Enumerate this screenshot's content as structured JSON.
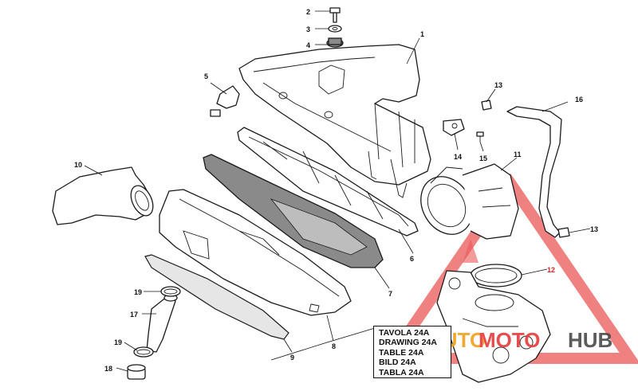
{
  "callouts": {
    "c1": "1",
    "c2": "2",
    "c3": "3",
    "c4": "4",
    "c5": "5",
    "c6": "6",
    "c7": "7",
    "c8": "8",
    "c9": "9",
    "c10": "10",
    "c11": "11",
    "c12": "12",
    "c13a": "13",
    "c13b": "13",
    "c14": "14",
    "c15": "15",
    "c16": "16",
    "c17": "17",
    "c18": "18",
    "c19a": "19",
    "c19b": "19"
  },
  "table_caption": {
    "lines": [
      "TAVOLA 24A",
      "DRAWING 24A",
      "TABLE 24A",
      "BILD 24A",
      "TABLA 24A"
    ]
  },
  "watermark": {
    "text_part1": "AUTO",
    "text_part2": "MOTO",
    "text_part3": "HUB",
    "color_red": "#e63a3a",
    "color_orange": "#f0a020",
    "color_dark": "#4a4a4a"
  },
  "colors": {
    "line": "#1a1a1a",
    "gasket_fill": "#8a8a8a",
    "callout_highlight": "#d62828"
  }
}
